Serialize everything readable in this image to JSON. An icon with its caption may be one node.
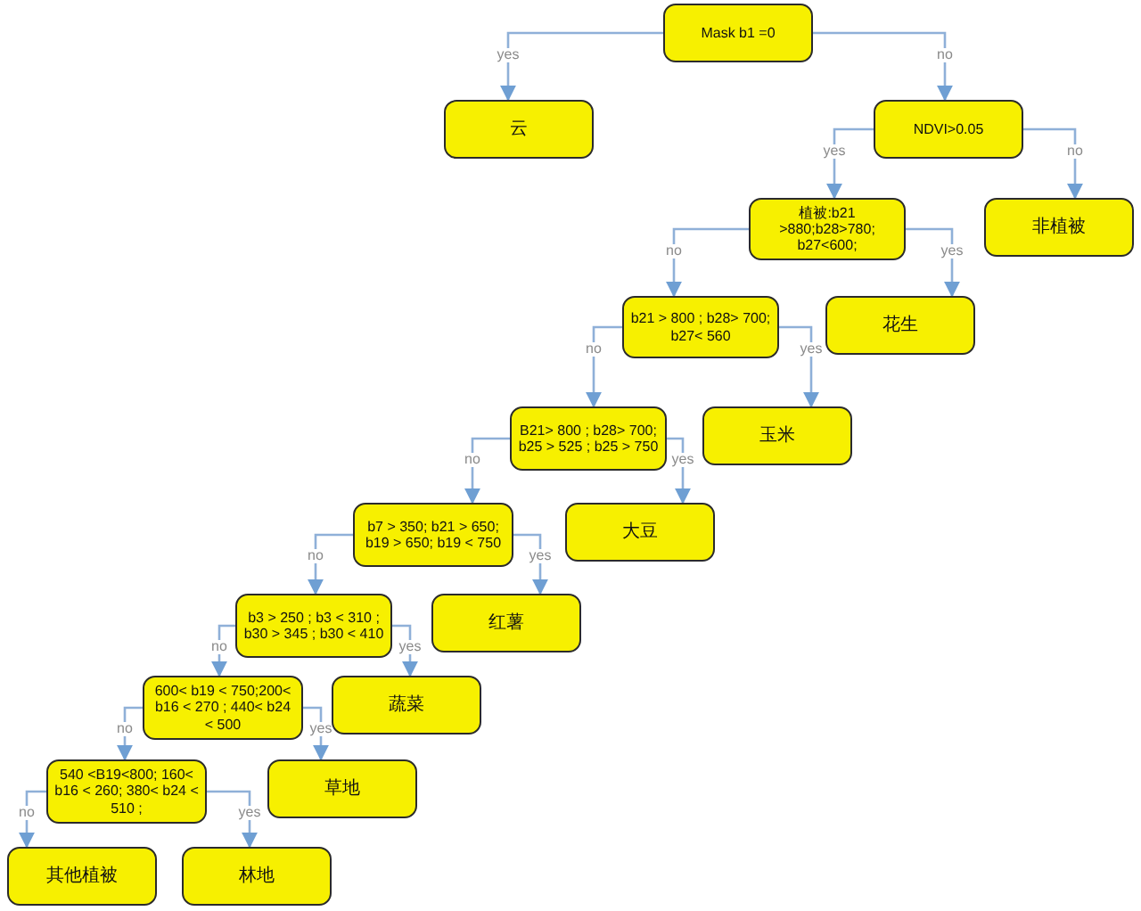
{
  "diagram": {
    "nodes": [
      {
        "text": [
          "Mask b1 =0"
        ]
      },
      {
        "text": [
          "云"
        ]
      },
      {
        "text": [
          "NDVI>0.05"
        ]
      },
      {
        "text": [
          "植被:b21 >880;b28>780; b27<600;"
        ]
      },
      {
        "text": [
          "非植被"
        ]
      },
      {
        "text": [
          "b21 > 800 ; b28> 700; b27< 560"
        ]
      },
      {
        "text": [
          "花生"
        ]
      },
      {
        "text": [
          "B21> 800 ; b28> 700; b25 > 525 ; b25 > 750"
        ]
      },
      {
        "text": [
          "玉米"
        ]
      },
      {
        "text": [
          "b7 > 350; b21 > 650; b19 > 650; b19 < 750"
        ]
      },
      {
        "text": [
          "大豆"
        ]
      },
      {
        "text": [
          "b3 > 250 ; b3 < 310 ; b30 > 345 ; b30 < 410"
        ]
      },
      {
        "text": [
          "红薯"
        ]
      },
      {
        "text": [
          "600< b19 < 750;200< b16 < 270 ; 440< b24 < 500"
        ]
      },
      {
        "text": [
          "蔬菜"
        ]
      },
      {
        "text": [
          "540 <B19<800; 160< b16 < 260; 380< b24 < 510 ;"
        ]
      },
      {
        "text": [
          "草地"
        ]
      },
      {
        "text": [
          "其他植被"
        ]
      },
      {
        "text": [
          "林地"
        ]
      }
    ],
    "edges": [
      {
        "from": 0,
        "to": 1,
        "arrow": "to",
        "label": "yes"
      },
      {
        "from": 0,
        "to": 2,
        "arrow": "to",
        "label": "no"
      },
      {
        "from": 2,
        "to": 3,
        "arrow": "to",
        "label": "yes"
      },
      {
        "from": 2,
        "to": 4,
        "arrow": "to",
        "label": "no"
      },
      {
        "from": 3,
        "to": 5,
        "arrow": "to",
        "label": "no"
      },
      {
        "from": 3,
        "to": 6,
        "arrow": "to",
        "label": "yes"
      },
      {
        "from": 5,
        "to": 7,
        "arrow": "to",
        "label": "no"
      },
      {
        "from": 5,
        "to": 8,
        "arrow": "to",
        "label": "yes"
      },
      {
        "from": 7,
        "to": 9,
        "arrow": "to",
        "label": "no"
      },
      {
        "from": 7,
        "to": 10,
        "arrow": "to",
        "label": "yes"
      },
      {
        "from": 9,
        "to": 11,
        "arrow": "to",
        "label": "no"
      },
      {
        "from": 9,
        "to": 12,
        "arrow": "to",
        "label": "yes"
      },
      {
        "from": 11,
        "to": 13,
        "arrow": "to",
        "label": "no"
      },
      {
        "from": 11,
        "to": 14,
        "arrow": "to",
        "label": "yes"
      },
      {
        "from": 13,
        "to": 15,
        "arrow": "to",
        "label": "no"
      },
      {
        "from": 13,
        "to": 16,
        "arrow": "to",
        "label": "yes"
      },
      {
        "from": 15,
        "to": 17,
        "arrow": "to",
        "label": "no"
      },
      {
        "from": 15,
        "to": 18,
        "arrow": "to",
        "label": "yes"
      }
    ]
  }
}
